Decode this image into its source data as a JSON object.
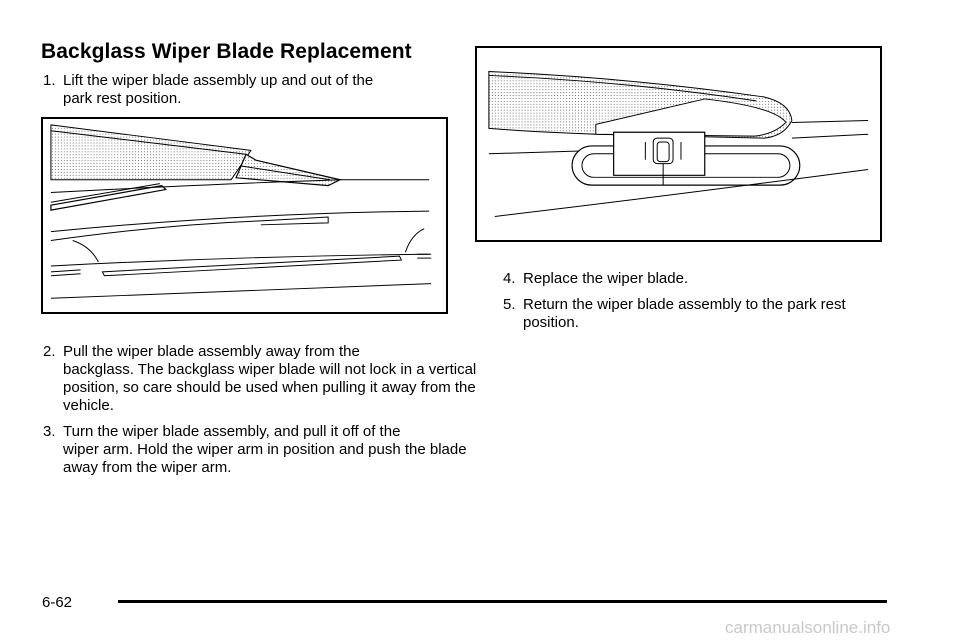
{
  "title": "Backglass Wiper Blade Replacement",
  "steps": [
    {
      "number": "1.",
      "line1": "Lift the wiper blade assembly up and out of the",
      "rest": "park rest position."
    },
    {
      "number": "2.",
      "line1": "Pull the wiper blade assembly away from the",
      "rest": "backglass. The backglass wiper blade will not lock in a vertical position, so care should be used when pulling it away from the vehicle."
    },
    {
      "number": "3.",
      "line1": "Turn the wiper blade assembly, and pull it off of the",
      "rest": "wiper arm. Hold the wiper arm in position and push the blade away from the wiper arm."
    },
    {
      "number": "4.",
      "line1": "Replace the wiper blade.",
      "rest": ""
    },
    {
      "number": "5.",
      "line1": "Return the wiper blade assembly to the park rest",
      "rest": "position."
    }
  ],
  "page_number": "6-62",
  "watermark": "carmanualsonline.info"
}
